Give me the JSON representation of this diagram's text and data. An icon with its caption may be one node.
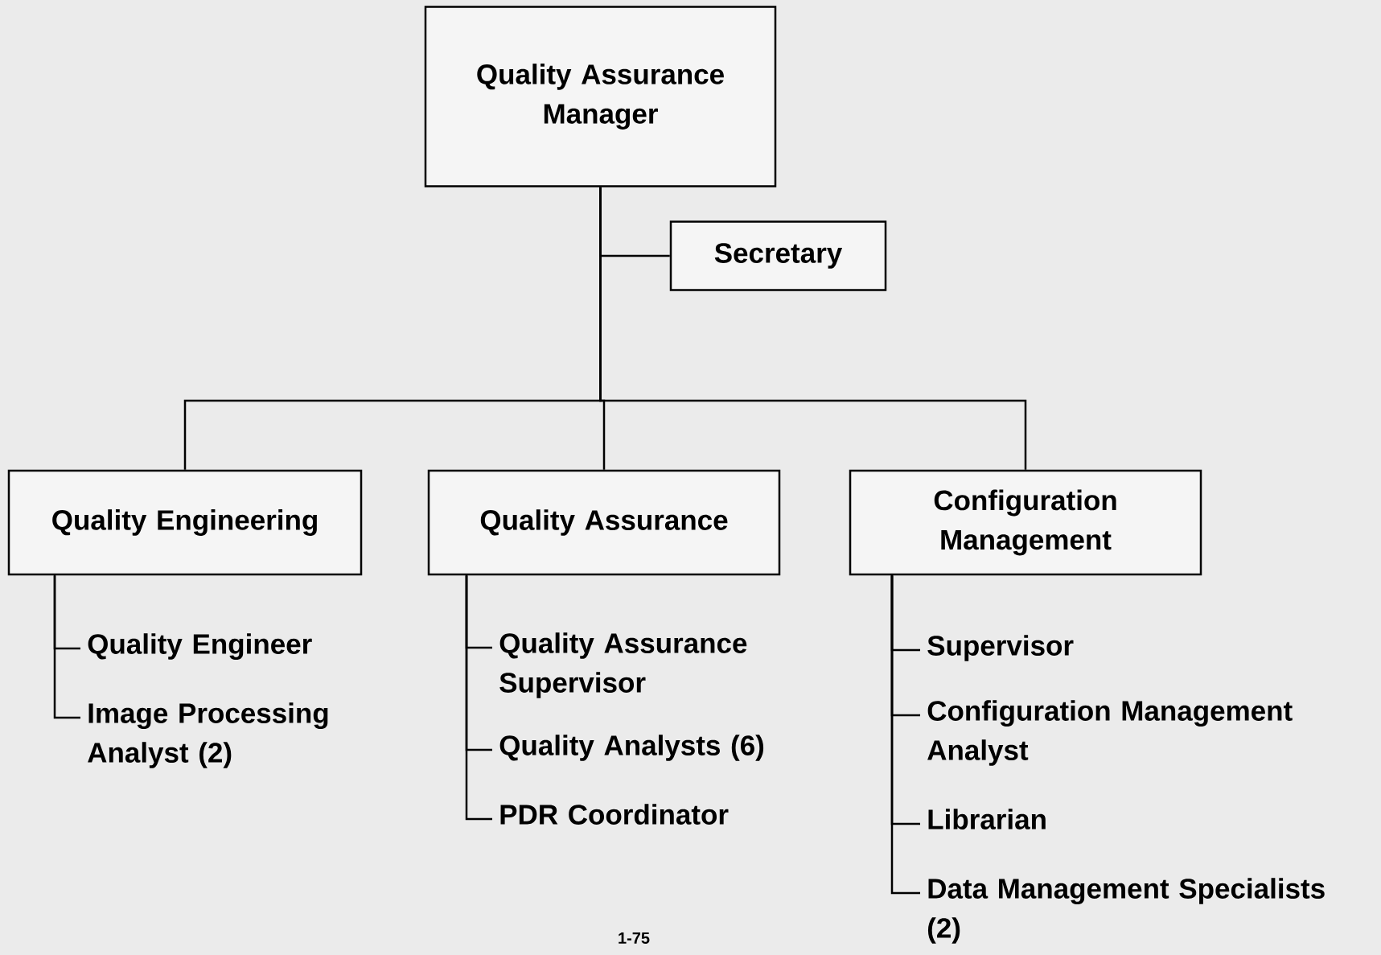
{
  "diagram": {
    "nodes": [
      {
        "text": [
          "Quality Assurance Manager"
        ]
      },
      {
        "text": [
          "Secretary"
        ]
      },
      {
        "text": [
          "Quality Engineering"
        ]
      },
      {
        "text": [
          "Quality Assurance"
        ]
      },
      {
        "text": [
          "Configuration Management"
        ]
      },
      {
        "text": [
          "Quality Engineer"
        ]
      },
      {
        "text": [
          "Image Processing Analyst (2)"
        ]
      },
      {
        "text": [
          "Quality Assurance Supervisor"
        ]
      },
      {
        "text": [
          "Quality Analysts (6)"
        ]
      },
      {
        "text": [
          "PDR Coordinator"
        ]
      },
      {
        "text": [
          "Supervisor"
        ]
      },
      {
        "text": [
          "Configuration Management Analyst"
        ]
      },
      {
        "text": [
          "Librarian"
        ]
      },
      {
        "text": [
          "Data Management Specialists (2)"
        ]
      }
    ],
    "edges": [
      {
        "from": 0,
        "to": 1,
        "arrow": "none"
      },
      {
        "from": 0,
        "to": 2,
        "arrow": "none"
      },
      {
        "from": 0,
        "to": 3,
        "arrow": "none"
      },
      {
        "from": 0,
        "to": 4,
        "arrow": "none"
      },
      {
        "from": 2,
        "to": 5,
        "arrow": "none"
      },
      {
        "from": 2,
        "to": 6,
        "arrow": "none"
      },
      {
        "from": 3,
        "to": 7,
        "arrow": "none"
      },
      {
        "from": 3,
        "to": 8,
        "arrow": "none"
      },
      {
        "from": 3,
        "to": 9,
        "arrow": "none"
      },
      {
        "from": 4,
        "to": 10,
        "arrow": "none"
      },
      {
        "from": 4,
        "to": 11,
        "arrow": "none"
      },
      {
        "from": 4,
        "to": 12,
        "arrow": "none"
      },
      {
        "from": 4,
        "to": 13,
        "arrow": "none"
      }
    ],
    "labels": [
      "1-75"
    ]
  }
}
